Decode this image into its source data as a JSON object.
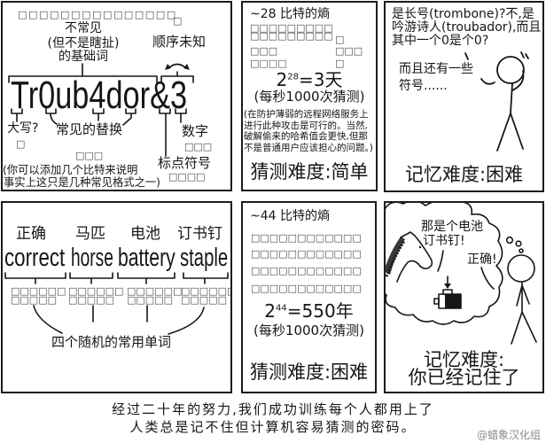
{
  "panel1": {
    "tofu_top": "□□□□□□□□□□□□□□□",
    "tofu_top_right": "□",
    "base_word_label": [
      "不常见",
      "(但不是瞎扯)",
      "的基础词"
    ],
    "order_label": "顺序未知",
    "password": "Tr0ub4dor&3",
    "caps_label": "大写?",
    "caps_tofu": "□",
    "substitution_label": "常见的替换",
    "numeral_label": "数字",
    "numeral_tofu": "□□□",
    "note_tofu": "□□□",
    "note_lines": [
      "(你可以添加几个比特来说明",
      "事实上这只是几种常见格式之一)"
    ],
    "punctuation_label": "标点符号",
    "punctuation_tofu": "□□□□"
  },
  "panel2": {
    "entropy": "~28 比特的熵",
    "tofu_rows": [
      "□□□□□□□□□",
      "□□□□□□□□□",
      "□□□",
      "□□□□"
    ],
    "tofu_right": [
      "□",
      "□□□",
      "□"
    ],
    "formula": {
      "base": "2",
      "exponent": "28",
      "result": "=3天"
    },
    "rate": "(每秒1000次猜测)",
    "note_lines": [
      "(在防护薄弱的远程网络服务上",
      "进行此种攻击是可行的。当然,",
      "破解偷来的哈希值会更快,但那",
      "不是普通用户应该担心的问题。)"
    ],
    "difficulty": "猜测难度:简单"
  },
  "panel3": {
    "speech_lines": [
      "是长号(trombone)?不,是",
      "吟游诗人(troubador),而且",
      "其中一个0是个0?"
    ],
    "aside_lines": [
      "而且还有一些",
      "符号......"
    ],
    "difficulty": "记忆难度:困难"
  },
  "panel4": {
    "words": [
      {
        "cn": "正确",
        "en": "correct",
        "tofu": [
          "□□□□□□",
          "□□□□□"
        ]
      },
      {
        "cn": "马匹",
        "en": "horse",
        "tofu": [
          "□□□□□□",
          "□□□□□"
        ]
      },
      {
        "cn": "电池",
        "en": "battery",
        "tofu": [
          "□□□□□□",
          "□□□□□"
        ]
      },
      {
        "cn": "订书钉",
        "en": "staple",
        "tofu": [
          "□□□□□□",
          "□□□□□"
        ]
      }
    ],
    "caption": "四个随机的常用单词"
  },
  "panel5": {
    "entropy": "~44 比特的熵",
    "tofu_rows": [
      "□□□□□□□□□□□□",
      "□□□□□□□□□□□□",
      "□□□□□□□□□□□□",
      "□□□□□□□□□□□□"
    ],
    "formula": {
      "base": "2",
      "exponent": "44",
      "result": "=550年"
    },
    "rate": "(每秒1000次猜测)",
    "difficulty": "猜测难度:困难"
  },
  "panel6": {
    "thought_lines": [
      "那是个电池",
      "订书钉!"
    ],
    "reply": "正确!",
    "difficulty_lines": [
      "记忆难度:",
      "你已经记住了"
    ]
  },
  "caption": {
    "lines": [
      "经过二十年的努力,我们成功训练每个人都用上了",
      "人类总是记不住但计算机容易猜测的密码。"
    ]
  },
  "watermark": "@蜡象汉化组",
  "colors": {
    "ink": "#161616",
    "border": "#1c1c1c",
    "tofu": "#4a4a4a",
    "watermark": "#8a8a8a",
    "background": "#ffffff"
  }
}
